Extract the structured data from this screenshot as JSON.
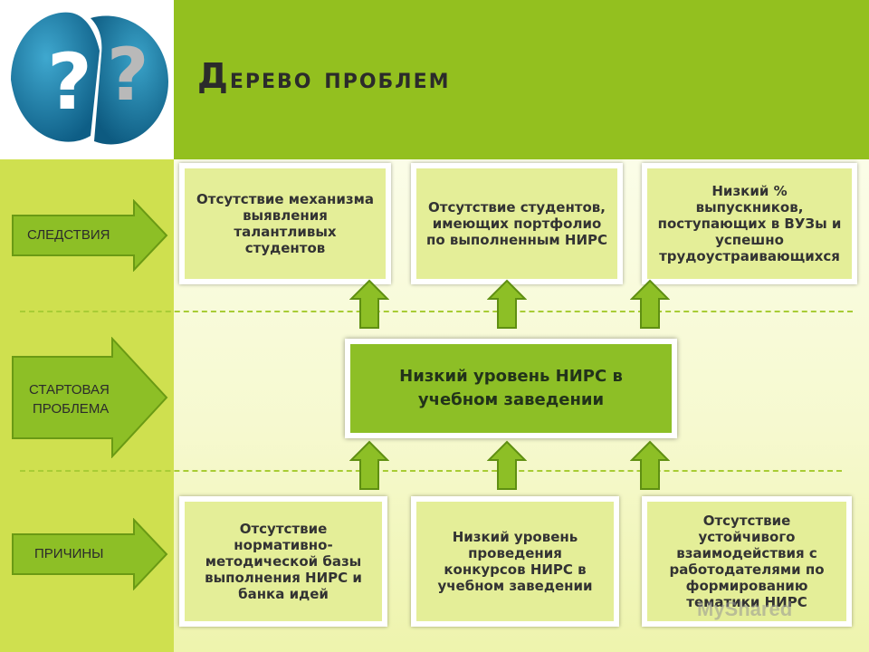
{
  "title": {
    "first_letter": "Д",
    "rest": "ерево проблем"
  },
  "side_labels": {
    "consequences": "СЛЕДСТВИЯ",
    "starting_problem_line1": "СТАРТОВАЯ",
    "starting_problem_line2": "ПРОБЛЕМА",
    "causes": "ПРИЧИНЫ"
  },
  "consequences": [
    "Отсутствие механизма выявления талантливых студентов",
    "Отсутствие студентов, имеющих портфолио по выполненным НИРС",
    "Низкий % выпускников, поступающих в ВУЗы и успешно трудоустраивающихся"
  ],
  "central_problem": "Низкий уровень НИРС в учебном заведении",
  "causes": [
    "Отсутствие нормативно-методической базы выполнения НИРС и банка идей",
    "Низкий уровень проведения конкурсов НИРС в учебном заведении",
    "Отсутствие устойчивого взаимодействия с работодателями по формированию тематики НИРС"
  ],
  "watermark": "MyShared",
  "colors": {
    "header_green": "#93c01f",
    "left_band": "#cfe04f",
    "box_fill": "#e4ee98",
    "center_fill": "#8dbf26",
    "arrow_fill": "#8dbf26"
  }
}
